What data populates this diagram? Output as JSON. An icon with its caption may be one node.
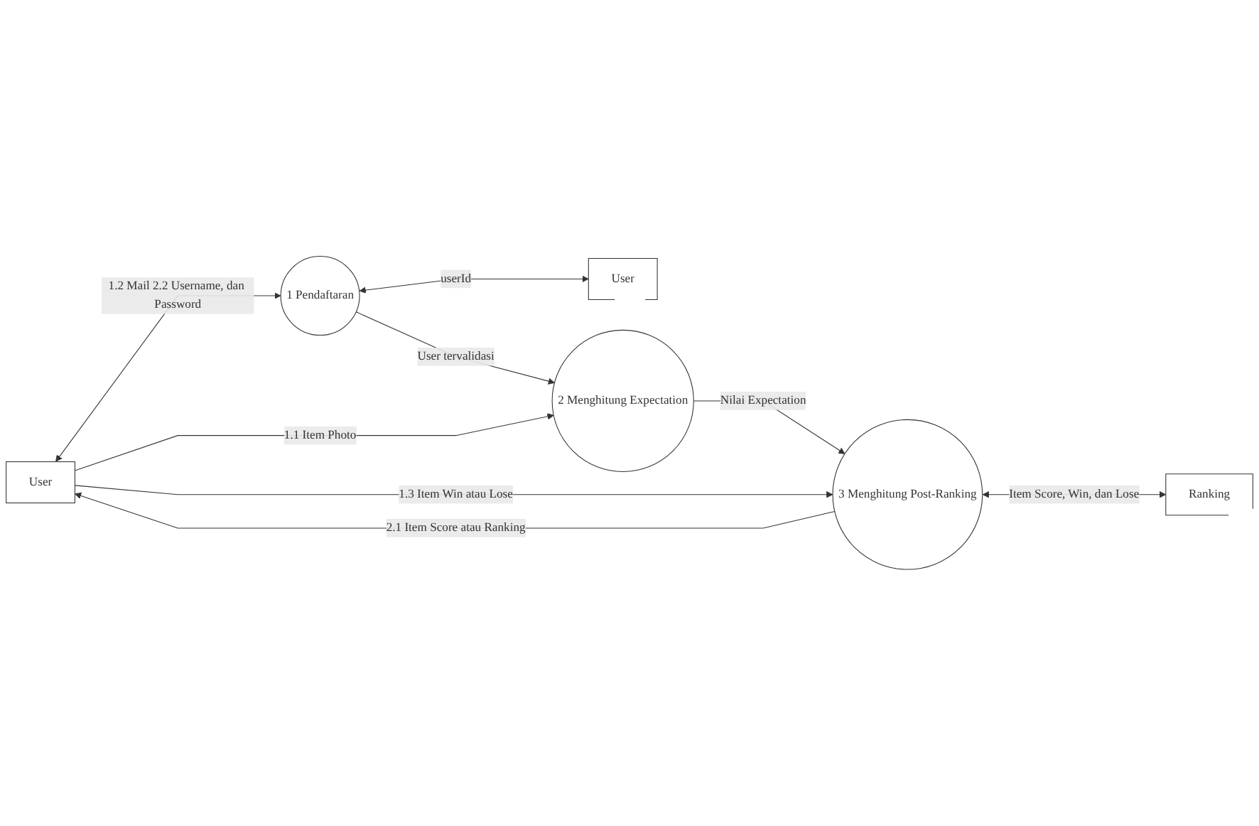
{
  "diagram": {
    "nodes": [
      {
        "text": [
          "User"
        ]
      },
      {
        "text": [
          "1 Pendaftaran"
        ]
      },
      {
        "text": [
          "User"
        ]
      },
      {
        "text": [
          "2 Menghitung Expectation"
        ]
      },
      {
        "text": [
          "3 Menghitung Post-Ranking"
        ]
      },
      {
        "text": [
          "Ranking"
        ]
      }
    ],
    "edges": [
      {
        "from": 0,
        "to": 1,
        "arrow": "both",
        "label": "1.2 Mail 2.2 Username, dan Password"
      },
      {
        "from": 1,
        "to": 2,
        "arrow": "both",
        "label": "userId"
      },
      {
        "from": 1,
        "to": 3,
        "arrow": "to",
        "label": "User tervalidasi"
      },
      {
        "from": 0,
        "to": 3,
        "arrow": "to",
        "label": "1.1 Item Photo"
      },
      {
        "from": 3,
        "to": 4,
        "arrow": "to",
        "label": "Nilai Expectation"
      },
      {
        "from": 0,
        "to": 4,
        "arrow": "to",
        "label": "1.3 Item Win atau Lose"
      },
      {
        "from": 4,
        "to": 5,
        "arrow": "both",
        "label": "Item Score, Win, dan Lose"
      },
      {
        "from": 4,
        "to": 0,
        "arrow": "to",
        "label": "2.1 Item Score atau Ranking"
      }
    ]
  }
}
